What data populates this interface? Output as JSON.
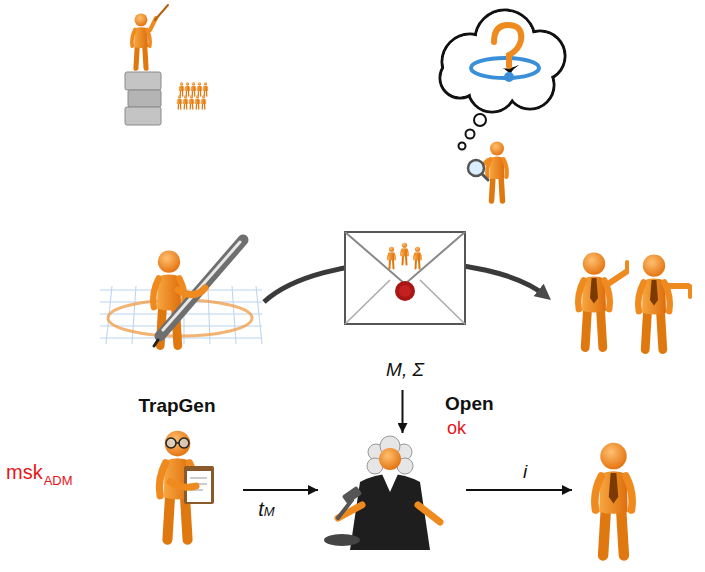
{
  "diagram": {
    "nodes": [
      {
        "text": [
          "M, Σ"
        ]
      },
      {
        "text": [
          "TrapGen"
        ]
      },
      {
        "text": [
          "Open",
          "ok"
        ]
      }
    ],
    "edges": [
      {
        "from": 0,
        "to": 2,
        "arrow": "to"
      },
      {
        "from": 1,
        "to": 2,
        "label": "tM",
        "arrow": "to"
      }
    ],
    "labels": [
      "msk",
      "ADM",
      "i"
    ]
  }
}
